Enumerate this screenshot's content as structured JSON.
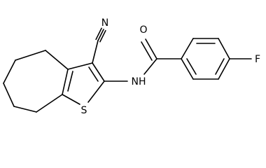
{
  "molecule": {
    "atom_labels": {
      "nitrile_n": "N",
      "amide_o": "O",
      "amide_nh": "NH",
      "thiophene_s": "S",
      "fluorine": "F"
    },
    "colors": {
      "bond": "#000000",
      "label": "#000000",
      "background": "#ffffff"
    }
  }
}
